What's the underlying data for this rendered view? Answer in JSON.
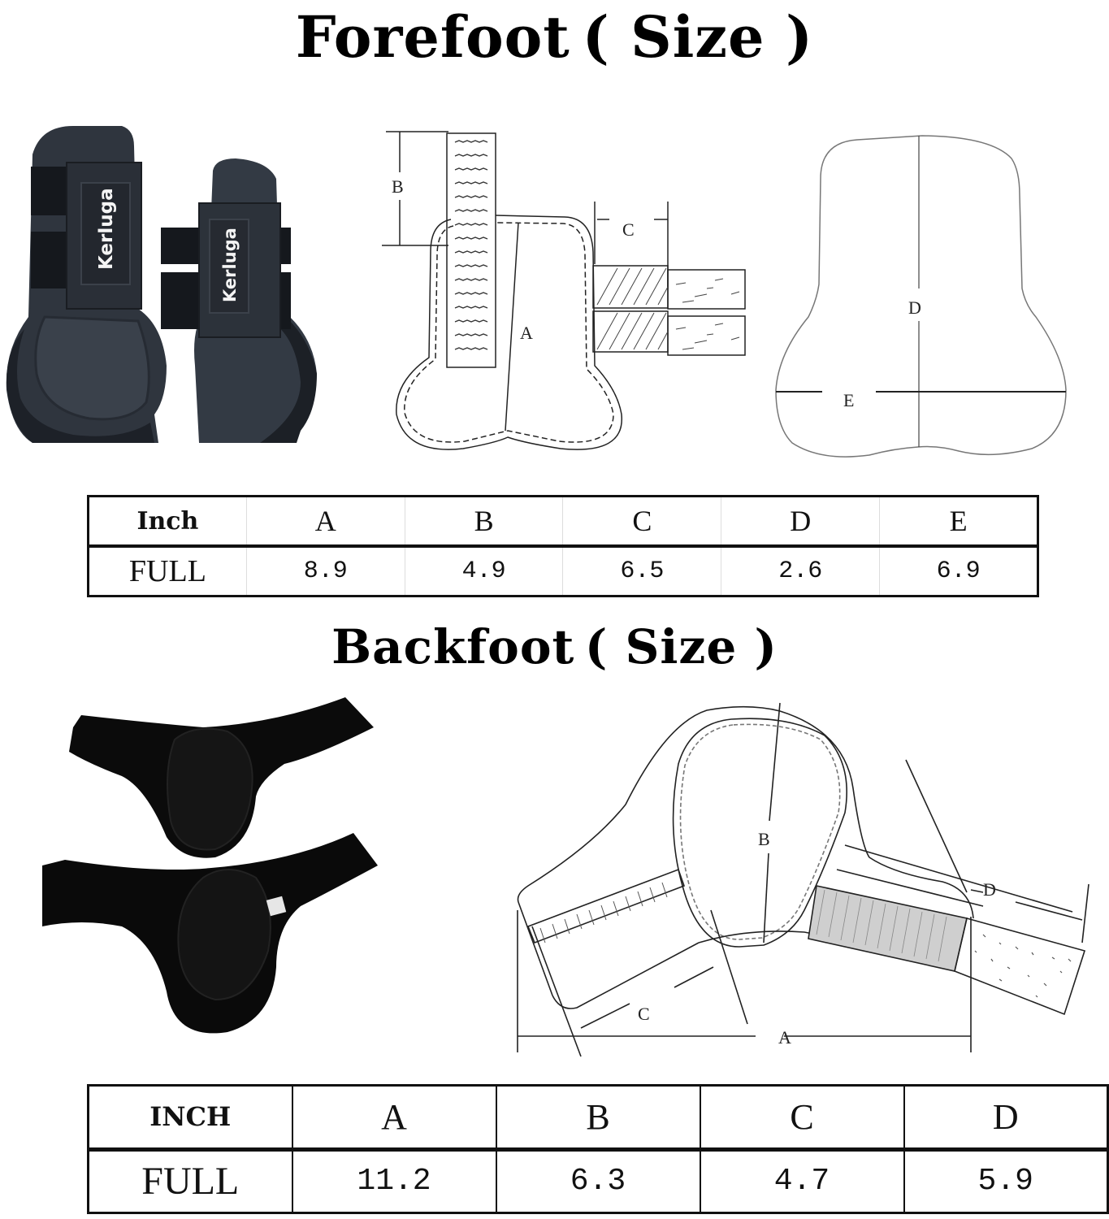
{
  "forefoot": {
    "title": "Forefoot ( Size )",
    "photo": {
      "brand_label_1": "Kerluga",
      "brand_label_2": "Kerluga",
      "color": "#2b3038"
    },
    "diagram_1": {
      "labels": [
        "A",
        "B",
        "C"
      ]
    },
    "diagram_2": {
      "labels": [
        "D",
        "E"
      ]
    },
    "table": {
      "headers": [
        "Inch",
        "A",
        "B",
        "C",
        "D",
        "E"
      ],
      "rows": [
        {
          "label": "FULL",
          "values": [
            "8.9",
            "4.9",
            "6.5",
            "2.6",
            "6.9"
          ]
        }
      ]
    }
  },
  "backfoot": {
    "title": "Backfoot ( Size )",
    "photo": {
      "color": "#0a0a0a"
    },
    "diagram": {
      "labels": [
        "A",
        "B",
        "C",
        "D"
      ]
    },
    "table": {
      "headers": [
        "INCH",
        "A",
        "B",
        "C",
        "D"
      ],
      "rows": [
        {
          "label": "FULL",
          "values": [
            "11.2",
            "6.3",
            "4.7",
            "5.9"
          ]
        }
      ]
    }
  },
  "chart_data": {
    "type": "table",
    "title": "Horse Boot Size Chart",
    "tables": [
      {
        "name": "Forefoot (Size)",
        "unit": "Inch",
        "columns": [
          "A",
          "B",
          "C",
          "D",
          "E"
        ],
        "rows": [
          {
            "size": "FULL",
            "values": [
              8.9,
              4.9,
              6.5,
              2.6,
              6.9
            ]
          }
        ]
      },
      {
        "name": "Backfoot (Size)",
        "unit": "INCH",
        "columns": [
          "A",
          "B",
          "C",
          "D"
        ],
        "rows": [
          {
            "size": "FULL",
            "values": [
              11.2,
              6.3,
              4.7,
              5.9
            ]
          }
        ]
      }
    ]
  }
}
